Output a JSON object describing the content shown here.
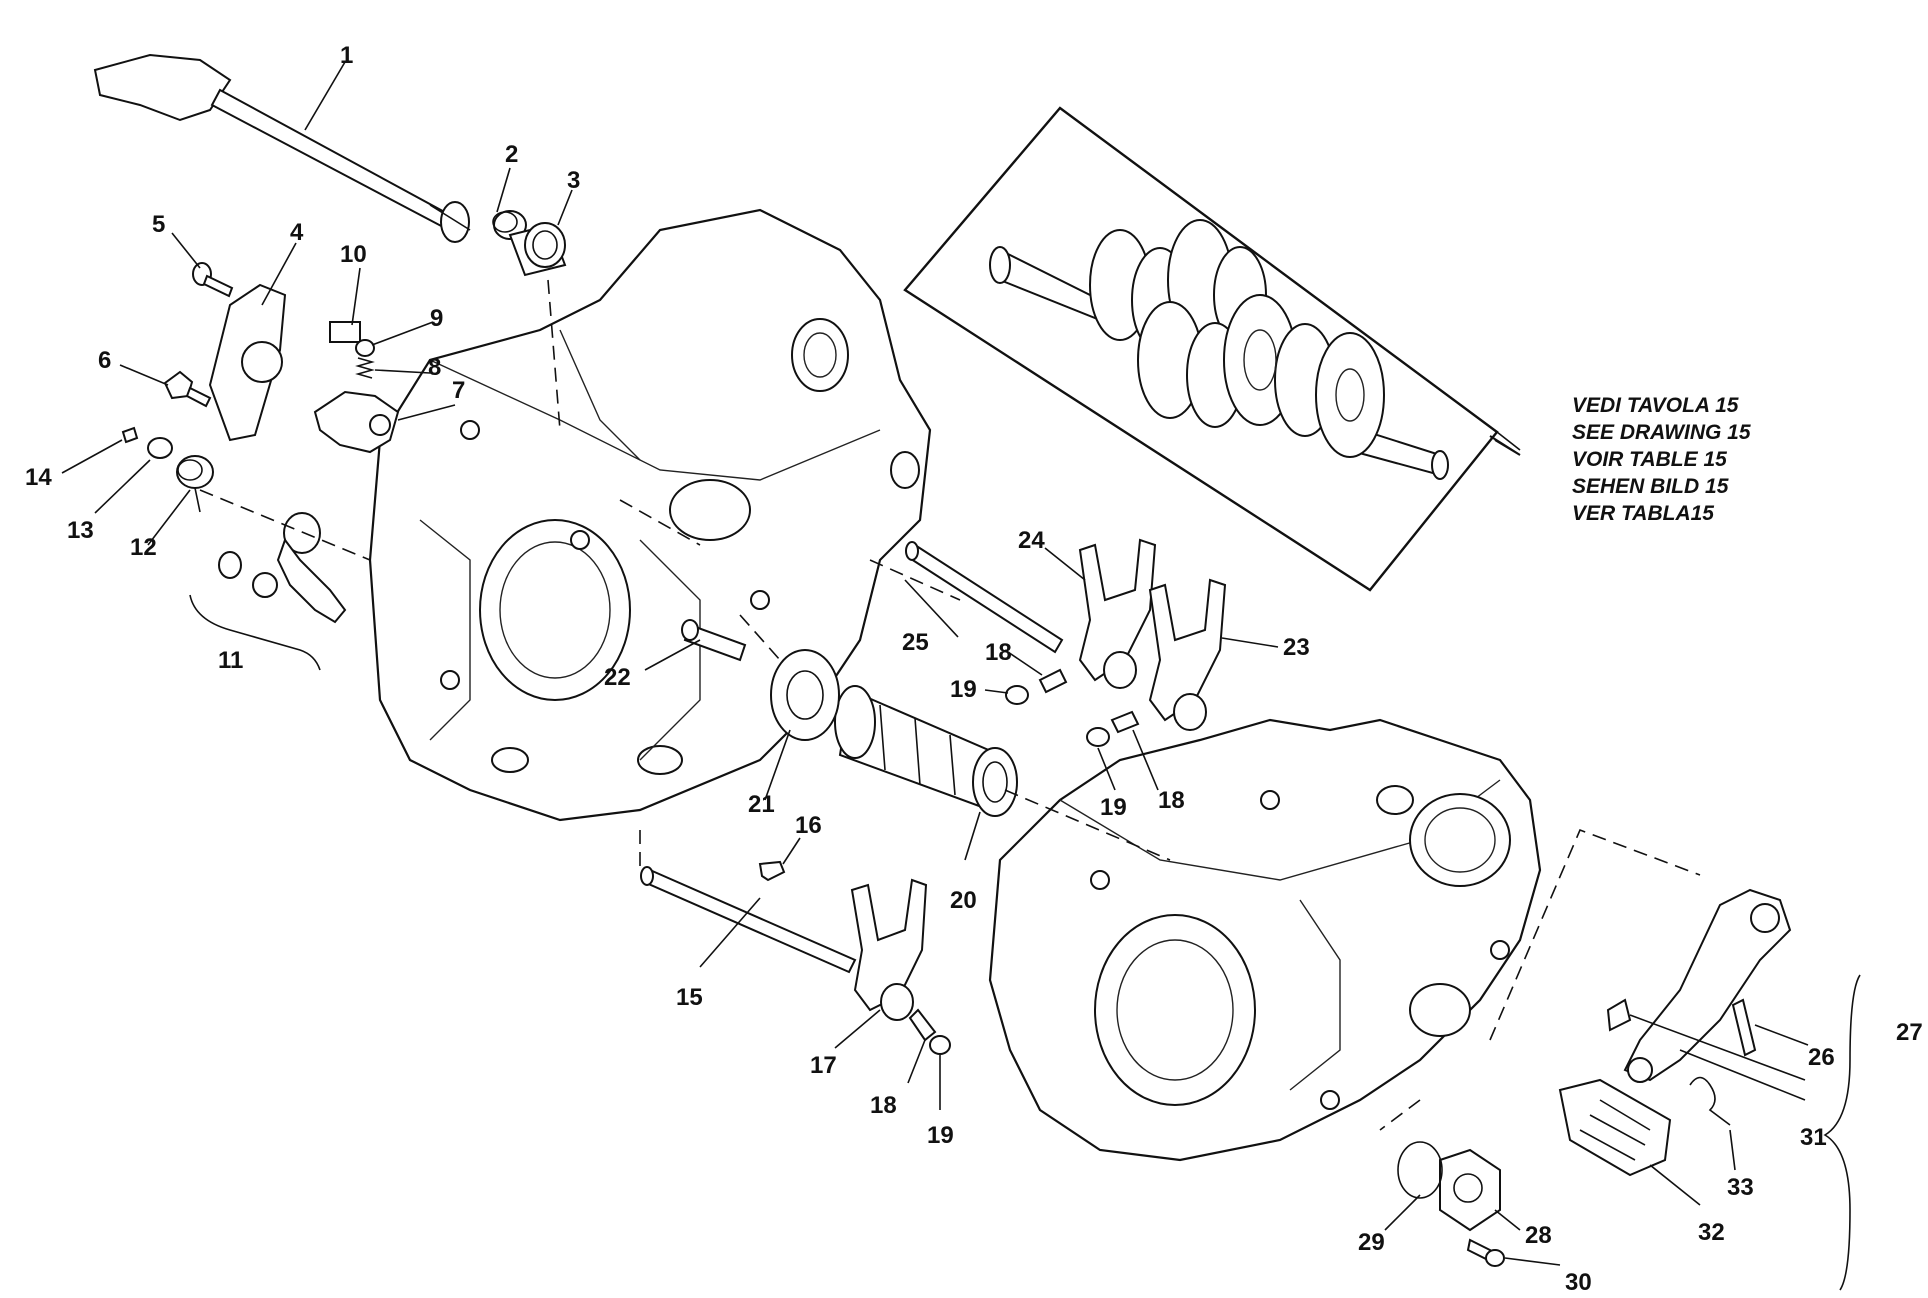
{
  "reference_note": {
    "lines": [
      "VEDI TAVOLA 15",
      "SEE DRAWING 15",
      "VOIR TABLE 15",
      "SEHEN BILD 15",
      "VER TABLA15"
    ]
  },
  "callouts": [
    {
      "id": "c1",
      "label": "1"
    },
    {
      "id": "c2",
      "label": "2"
    },
    {
      "id": "c3",
      "label": "3"
    },
    {
      "id": "c4",
      "label": "4"
    },
    {
      "id": "c5",
      "label": "5"
    },
    {
      "id": "c6",
      "label": "6"
    },
    {
      "id": "c7",
      "label": "7"
    },
    {
      "id": "c8",
      "label": "8"
    },
    {
      "id": "c9",
      "label": "9"
    },
    {
      "id": "c10",
      "label": "10"
    },
    {
      "id": "c11",
      "label": "11"
    },
    {
      "id": "c12",
      "label": "12"
    },
    {
      "id": "c13",
      "label": "13"
    },
    {
      "id": "c14",
      "label": "14"
    },
    {
      "id": "c15",
      "label": "15"
    },
    {
      "id": "c16",
      "label": "16"
    },
    {
      "id": "c17",
      "label": "17"
    },
    {
      "id": "c18a",
      "label": "18"
    },
    {
      "id": "c18b",
      "label": "18"
    },
    {
      "id": "c18c",
      "label": "18"
    },
    {
      "id": "c19a",
      "label": "19"
    },
    {
      "id": "c19b",
      "label": "19"
    },
    {
      "id": "c19c",
      "label": "19"
    },
    {
      "id": "c20",
      "label": "20"
    },
    {
      "id": "c21",
      "label": "21"
    },
    {
      "id": "c22",
      "label": "22"
    },
    {
      "id": "c23",
      "label": "23"
    },
    {
      "id": "c24",
      "label": "24"
    },
    {
      "id": "c25",
      "label": "25"
    },
    {
      "id": "c26",
      "label": "26"
    },
    {
      "id": "c27",
      "label": "27"
    },
    {
      "id": "c28",
      "label": "28"
    },
    {
      "id": "c29",
      "label": "29"
    },
    {
      "id": "c30",
      "label": "30"
    },
    {
      "id": "c31",
      "label": "31"
    },
    {
      "id": "c32",
      "label": "32"
    },
    {
      "id": "c33",
      "label": "33"
    }
  ]
}
